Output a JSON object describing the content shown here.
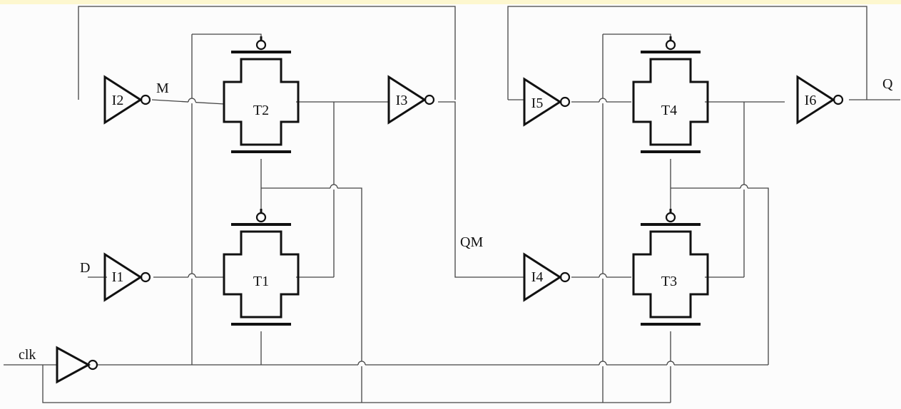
{
  "background": "#fcfcfc",
  "accent_band": "#fdf7cf",
  "wire_color": "#444444",
  "device_color": "#111111",
  "labels": {
    "inverter_i1": "I1",
    "inverter_i2": "I2",
    "inverter_i3": "I3",
    "inverter_i4": "I4",
    "inverter_i5": "I5",
    "inverter_i6": "I6",
    "gate_t1": "T1",
    "gate_t2": "T2",
    "gate_t3": "T3",
    "gate_t4": "T4",
    "net_m": "M",
    "net_qm": "QM",
    "input_d": "D",
    "input_clk": "clk",
    "output_q": "Q"
  }
}
